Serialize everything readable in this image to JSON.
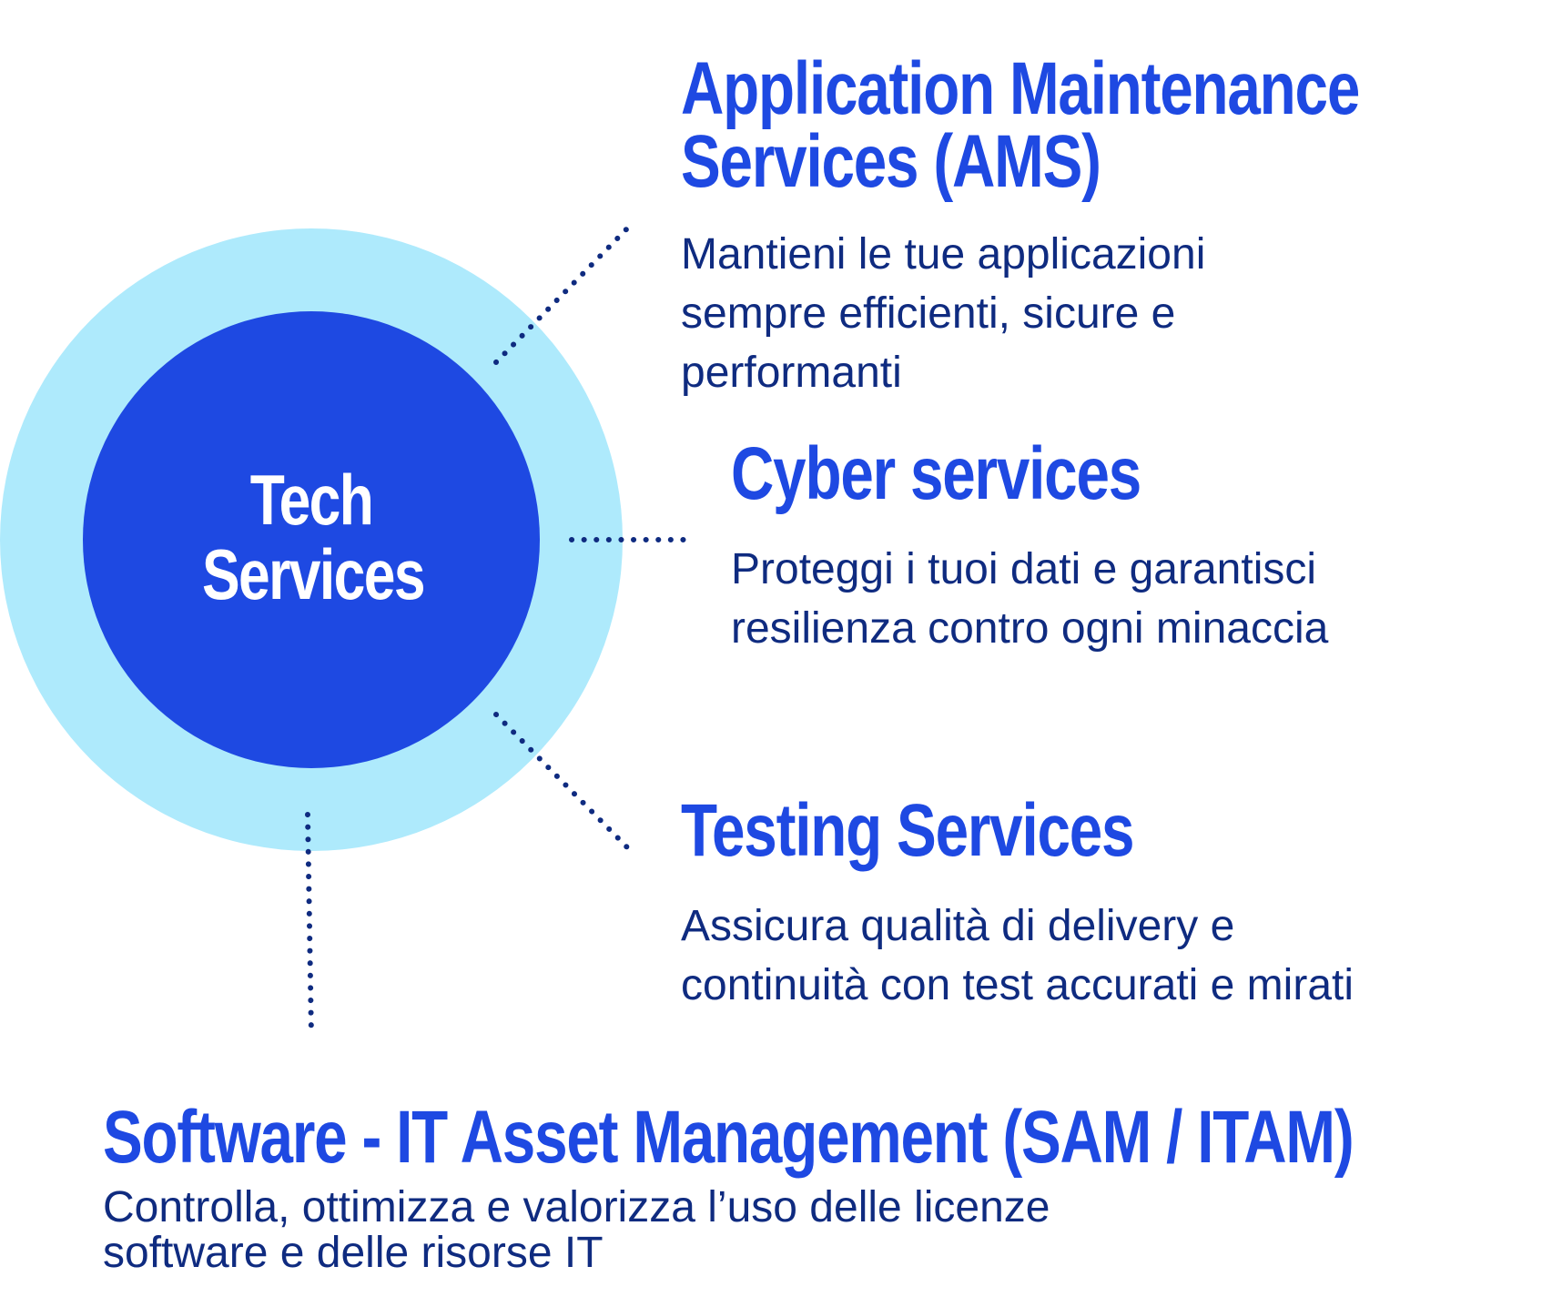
{
  "colors": {
    "outer_ring": "#aeeafc",
    "inner_circle": "#1e49e2",
    "heading": "#1e49e2",
    "description": "#0f2b80",
    "connector_dots": "#0f2b80",
    "center_text": "#ffffff"
  },
  "center": {
    "line1": "Tech",
    "line2": "Services"
  },
  "services": {
    "ams": {
      "title_line1": "Application Maintenance",
      "title_line2": "Services (AMS)",
      "desc_line1": "Mantieni le tue applicazioni",
      "desc_line2": "sempre efficienti, sicure e",
      "desc_line3": "performanti"
    },
    "cyber": {
      "title": "Cyber services",
      "desc_line1": "Proteggi i tuoi dati e garantisci",
      "desc_line2": "resilienza contro ogni minaccia"
    },
    "testing": {
      "title": "Testing Services",
      "desc_line1": "Assicura qualità di delivery e",
      "desc_line2": "continuità con test accurati e mirati"
    },
    "sam": {
      "title": "Software - IT Asset Management (SAM / ITAM)",
      "desc_line1": "Controlla, ottimizza e valorizza l’uso delle licenze",
      "desc_line2": "software e delle risorse IT"
    }
  }
}
